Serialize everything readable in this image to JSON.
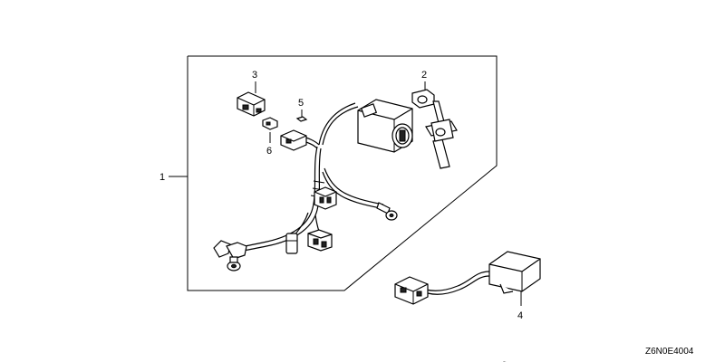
{
  "diagram": {
    "callouts": [
      {
        "id": "1",
        "text": "1"
      },
      {
        "id": "2",
        "text": "2"
      },
      {
        "id": "3",
        "text": "3"
      },
      {
        "id": "4",
        "text": "4"
      },
      {
        "id": "5",
        "text": "5"
      },
      {
        "id": "6",
        "text": "6"
      }
    ],
    "drawing_code": "Z6N0E4004"
  }
}
